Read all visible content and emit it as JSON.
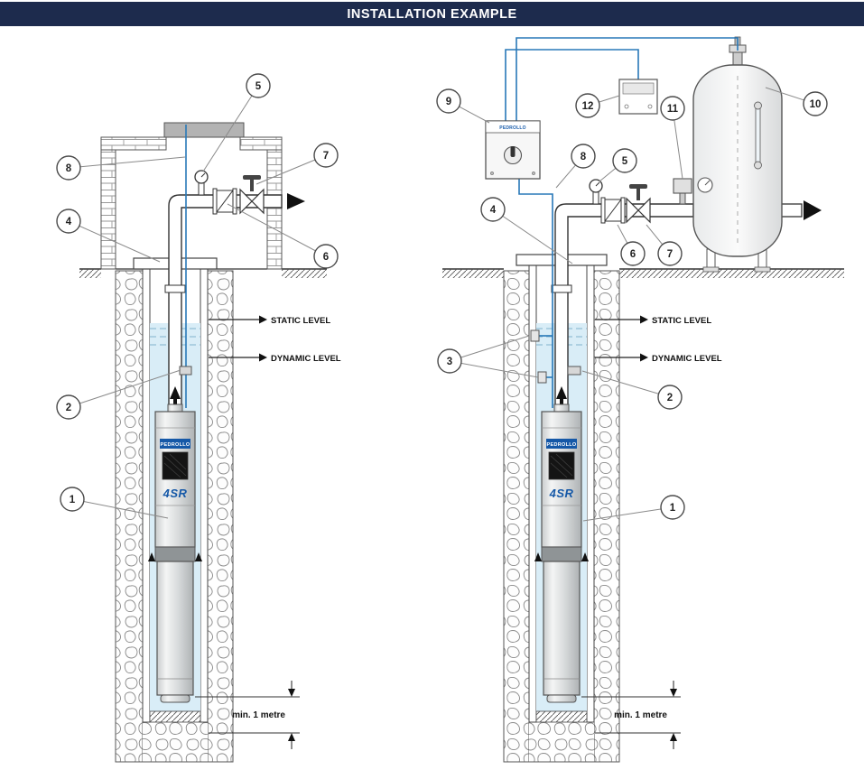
{
  "header": {
    "title": "INSTALLATION EXAMPLE"
  },
  "colors": {
    "header_bg": "#1d2b4d",
    "header_text": "#ffffff",
    "water": "#d9edf7",
    "cable_blue": "#2878b8",
    "brand_blue": "#1558a7",
    "line": "#444444"
  },
  "labels": {
    "static_level": "STATIC LEVEL",
    "dynamic_level": "DYNAMIC LEVEL",
    "min_distance": "min. 1 metre",
    "pump_model": "4SR",
    "pump_brand": "PEDROLLO",
    "panel_brand": "PEDROLLO"
  },
  "left_diagram": {
    "callouts": [
      "5",
      "7",
      "8",
      "4",
      "6",
      "2",
      "1"
    ]
  },
  "right_diagram": {
    "callouts": [
      "9",
      "12",
      "11",
      "10",
      "8",
      "5",
      "4",
      "6",
      "7",
      "3",
      "2",
      "1"
    ]
  }
}
